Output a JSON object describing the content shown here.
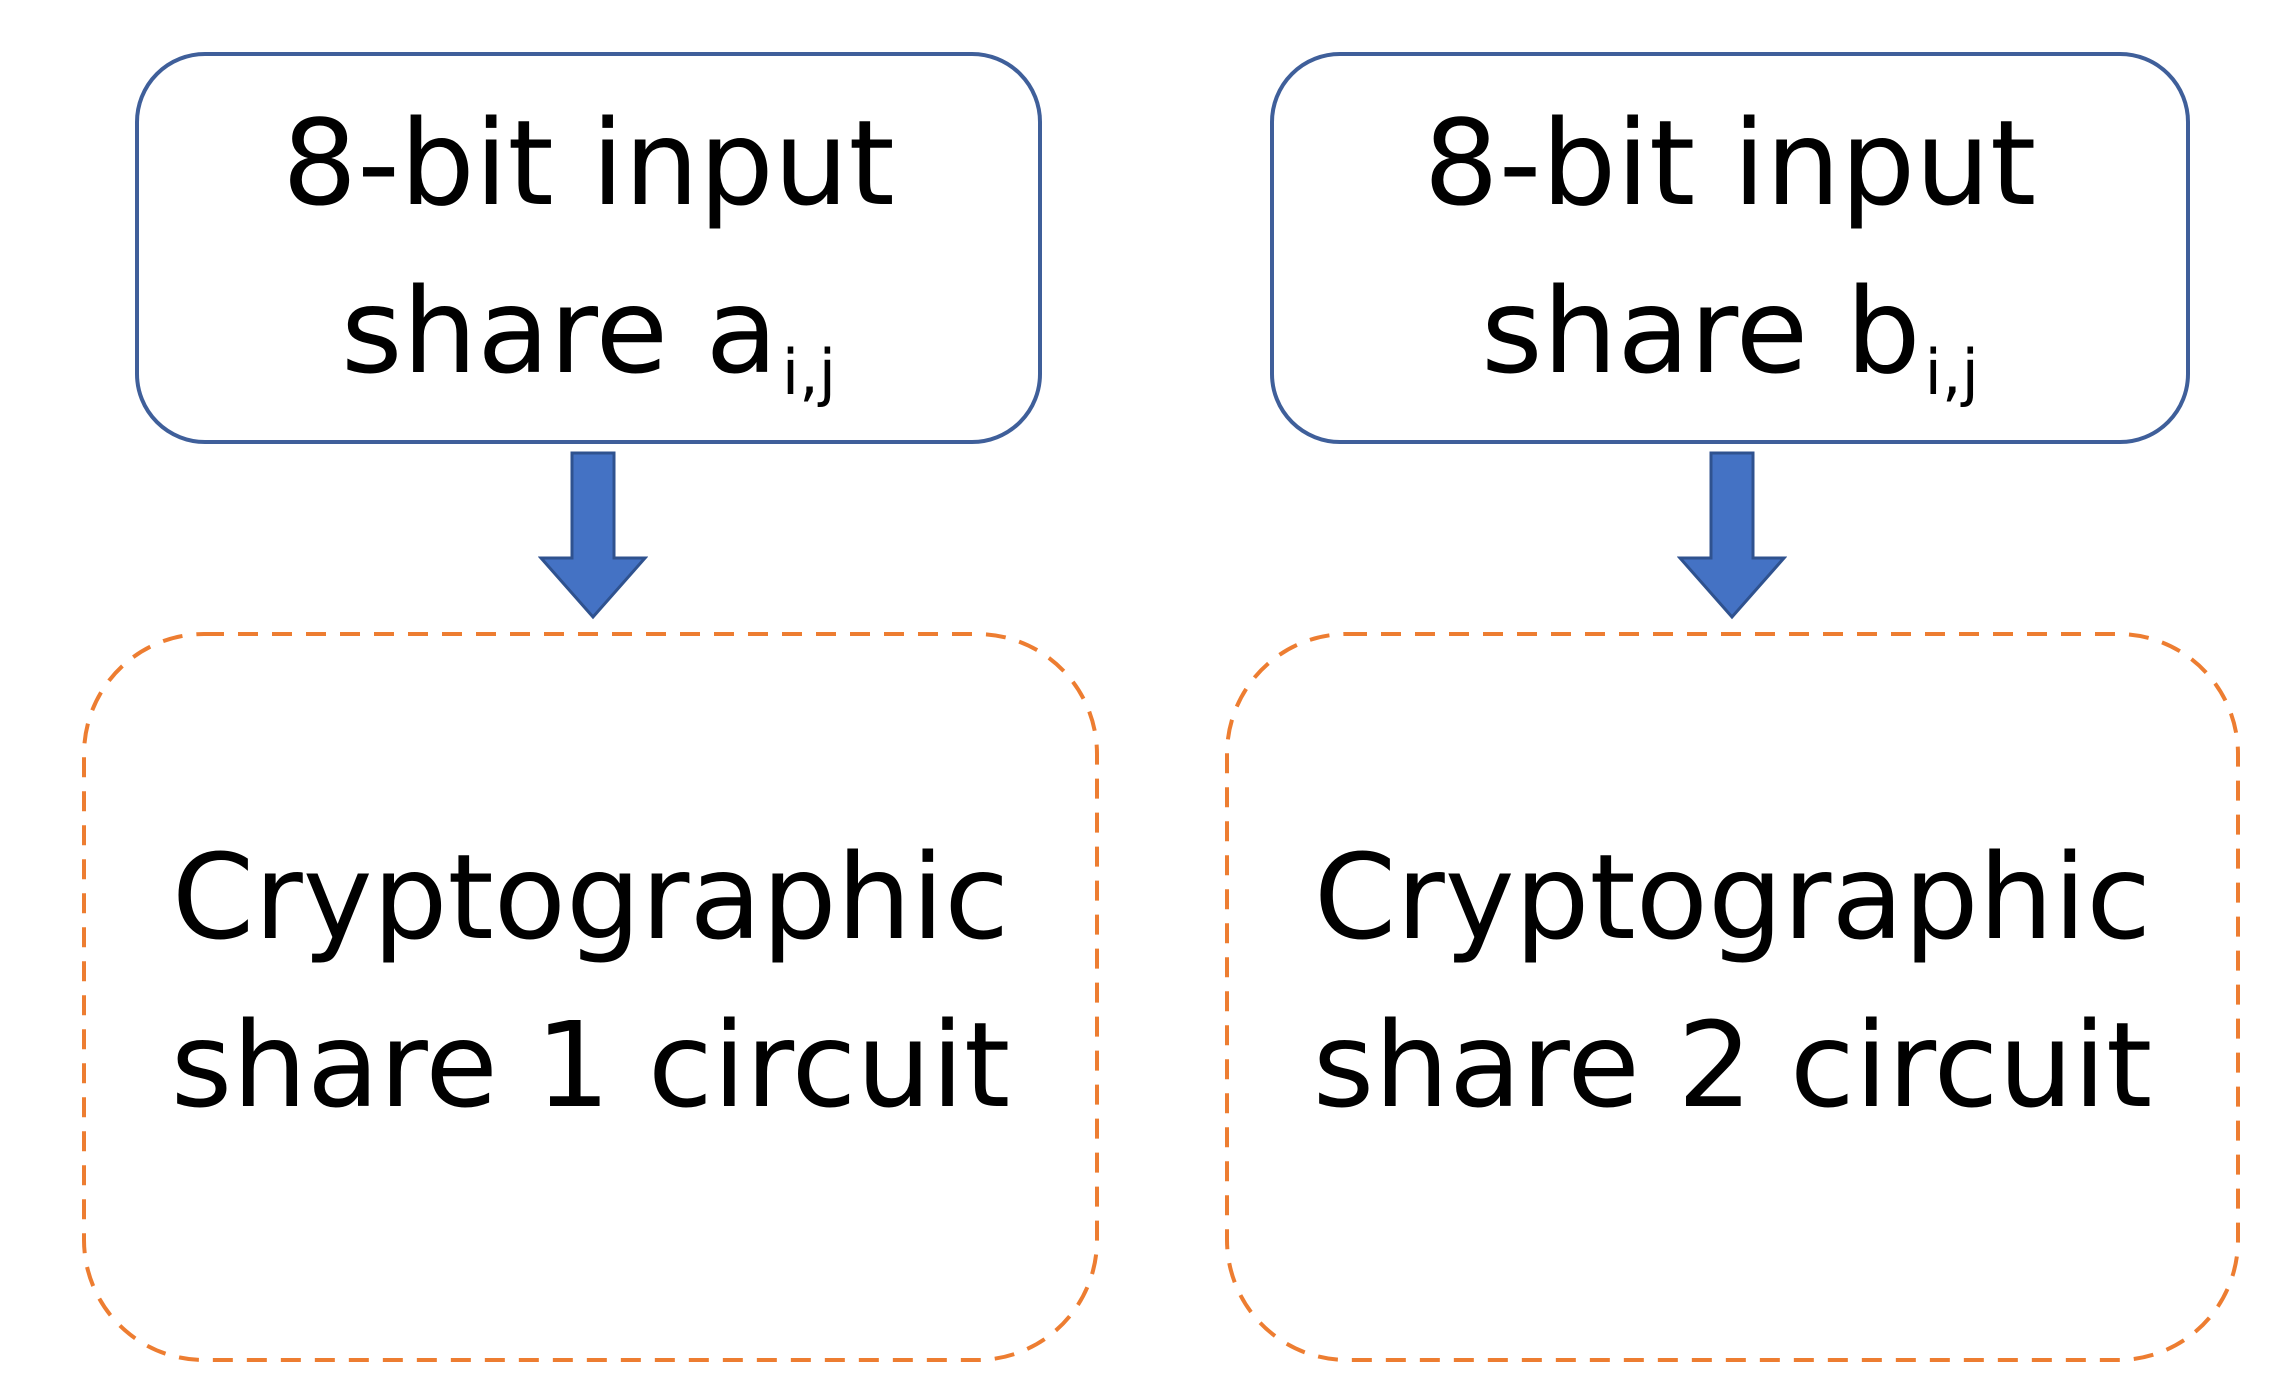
{
  "diagram": {
    "colors": {
      "input_border": "#3f5f9a",
      "arrow_fill": "#4472c4",
      "circuit_border": "#ed7d31"
    },
    "inputs": [
      {
        "line1": "8-bit input",
        "line2": "share a",
        "subscript": "i,j"
      },
      {
        "line1": "8-bit input",
        "line2": "share b",
        "subscript": "i,j"
      }
    ],
    "circuits": [
      {
        "line1": "Cryptographic",
        "line2": "share 1 circuit"
      },
      {
        "line1": "Cryptographic",
        "line2": "share 2 circuit"
      }
    ]
  }
}
